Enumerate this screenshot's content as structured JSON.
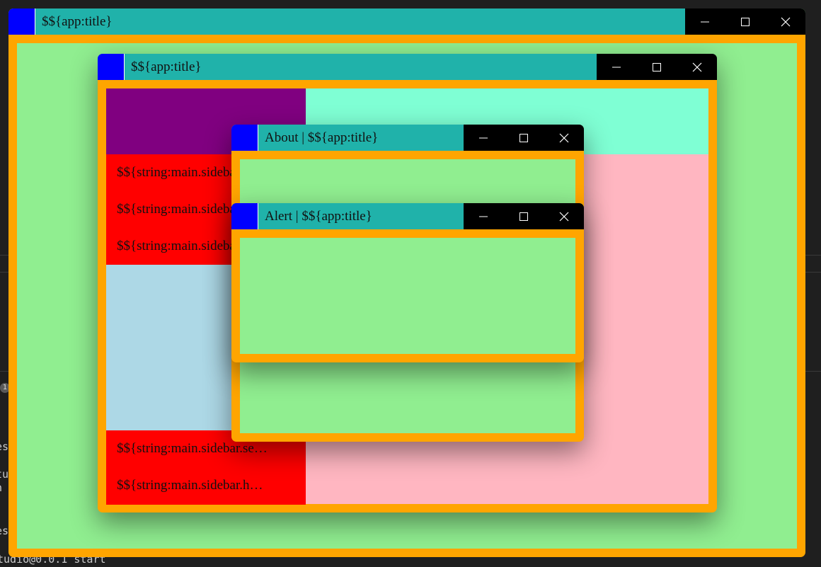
{
  "terminal": {
    "lines": [
      "1",
      "es",
      "tu",
      "n",
      "es",
      "tudio@0.0.1 start"
    ]
  },
  "outer_window": {
    "title": "$${app:title}",
    "colors": {
      "frame": "#ffa500",
      "titlebar": "#20b2aa",
      "content": "#90ee90",
      "icon": "#0000ff"
    }
  },
  "main_window": {
    "title": "$${app:title}",
    "sidebar": {
      "items_top": [
        "$${string:main.sidebar.ho",
        "$${string:main.sidebar.ab",
        "$${string:main.sidebar.al"
      ],
      "items_bottom": [
        "$${string:main.sidebar.se…",
        "$${string:main.sidebar.h…"
      ]
    },
    "colors": {
      "logo_area": "#800080",
      "header": "#7fffd4",
      "sidebar_items": "#ff0000",
      "sidebar_spacer": "#add8e6",
      "main": "#ffb6c1"
    }
  },
  "about_window": {
    "title": "About | $${app:title}"
  },
  "alert_window": {
    "title": "Alert | $${app:title}"
  },
  "icons": {
    "minimize": "minimize-icon",
    "maximize": "maximize-icon",
    "close": "close-icon"
  }
}
